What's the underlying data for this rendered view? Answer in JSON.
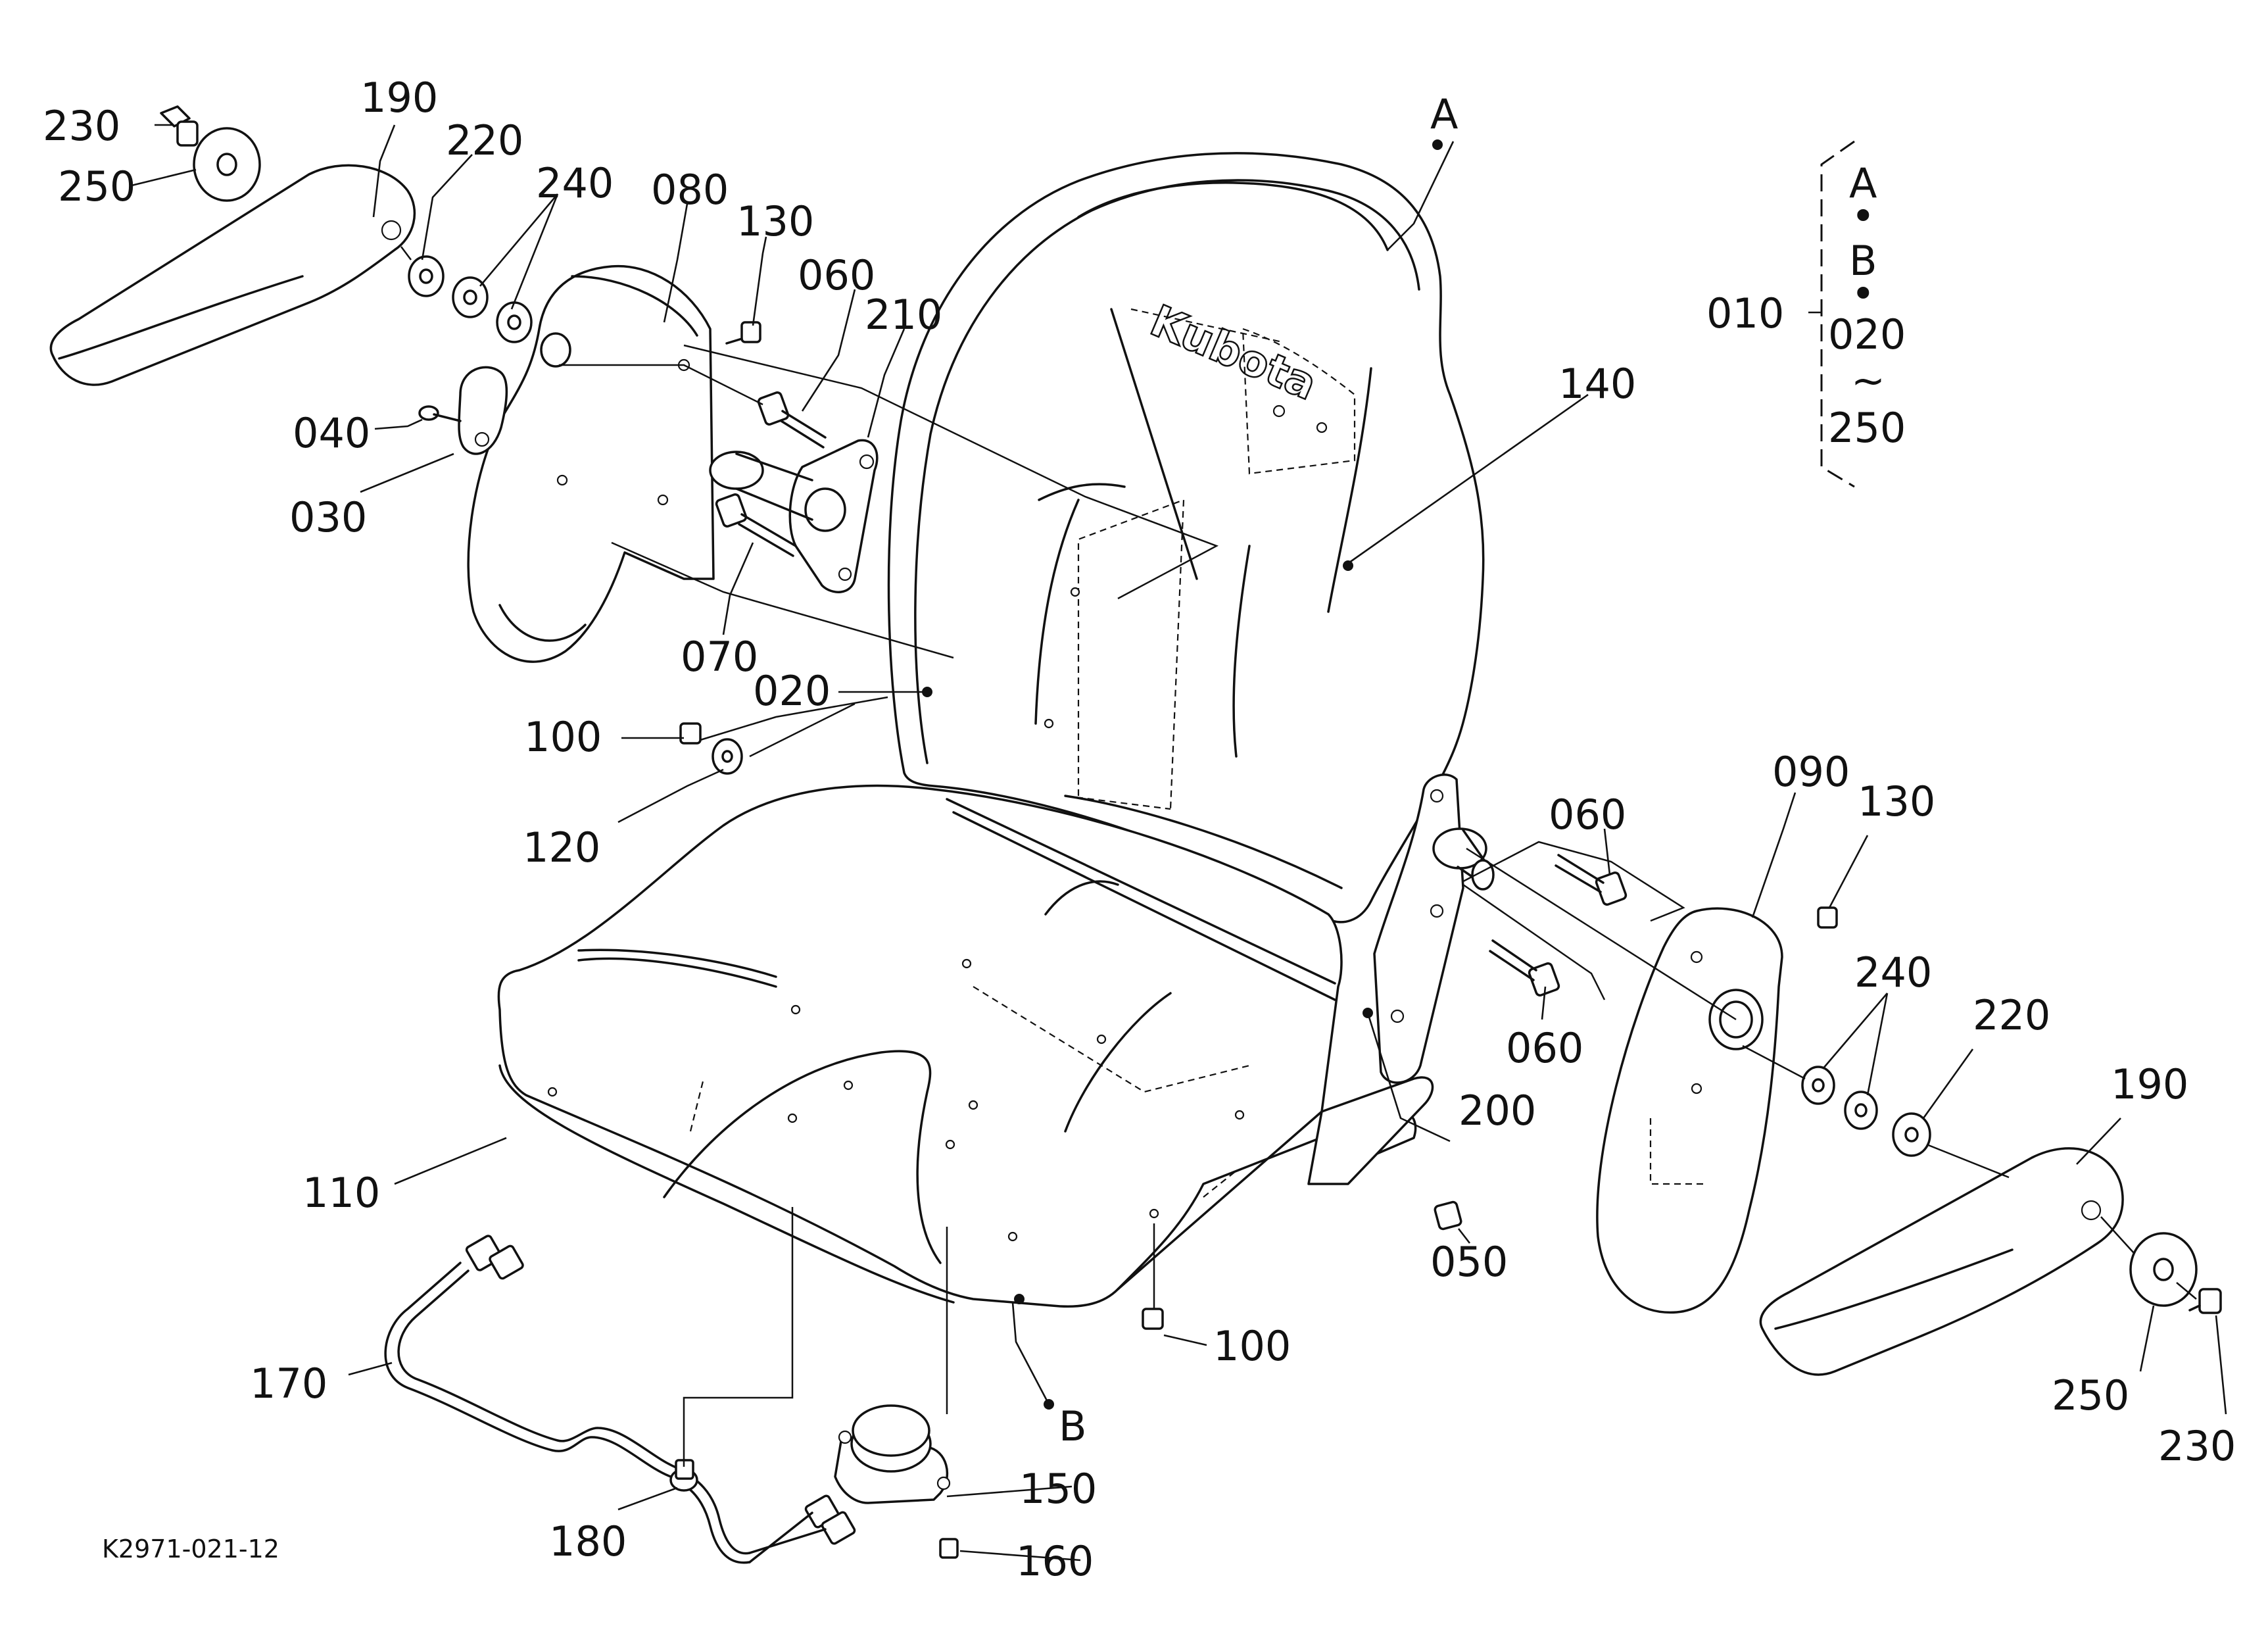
{
  "document_code": "K2971-021-12",
  "seat_logo": "Kubota",
  "callouts": {
    "c230_left": "230",
    "c250_left": "250",
    "c190_left": "190",
    "c220_left": "220",
    "c240_left": "240",
    "c080": "080",
    "c130_left": "130",
    "c060_top": "060",
    "c210": "210",
    "c040": "040",
    "c030": "030",
    "c070": "070",
    "c020": "020",
    "c100_left": "100",
    "c120": "120",
    "c110": "110",
    "c170": "170",
    "c180": "180",
    "c150": "150",
    "c160": "160",
    "cB": "B",
    "c100_bottom": "100",
    "c050": "050",
    "c200": "200",
    "c060_right_bottom": "060",
    "c060_right_top": "060",
    "c090": "090",
    "c130_right": "130",
    "c240_right": "240",
    "c220_right": "220",
    "c190_right": "190",
    "c250_right": "250",
    "c230_right": "230",
    "cA": "A",
    "c140": "140"
  },
  "assembly_group": {
    "code": "010",
    "member_a": "A",
    "separator_1": "•",
    "member_b": "B",
    "separator_2": "•",
    "range_start": "020",
    "range_symbol": "~",
    "range_end": "250"
  }
}
